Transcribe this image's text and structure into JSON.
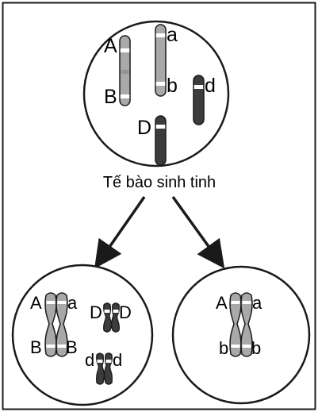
{
  "cell_caption": "Tế bào sinh tinh",
  "parent_cell": {
    "labels": {
      "A": "A",
      "B": "B",
      "a": "a",
      "b": "b",
      "d": "d",
      "D": "D"
    }
  },
  "daughter_left": {
    "labels": {
      "A": "A",
      "a": "a",
      "B1": "B",
      "B2": "B",
      "D1": "D",
      "D2": "D",
      "d1": "d",
      "d2": "d"
    }
  },
  "daughter_right": {
    "labels": {
      "A": "A",
      "a": "a",
      "b1": "b",
      "b2": "b"
    }
  },
  "colors": {
    "light_chromosome": "#a9a9a9",
    "dark_chromosome": "#3c3c3c",
    "outline": "#1a1a1a",
    "band": "#ffffff"
  }
}
